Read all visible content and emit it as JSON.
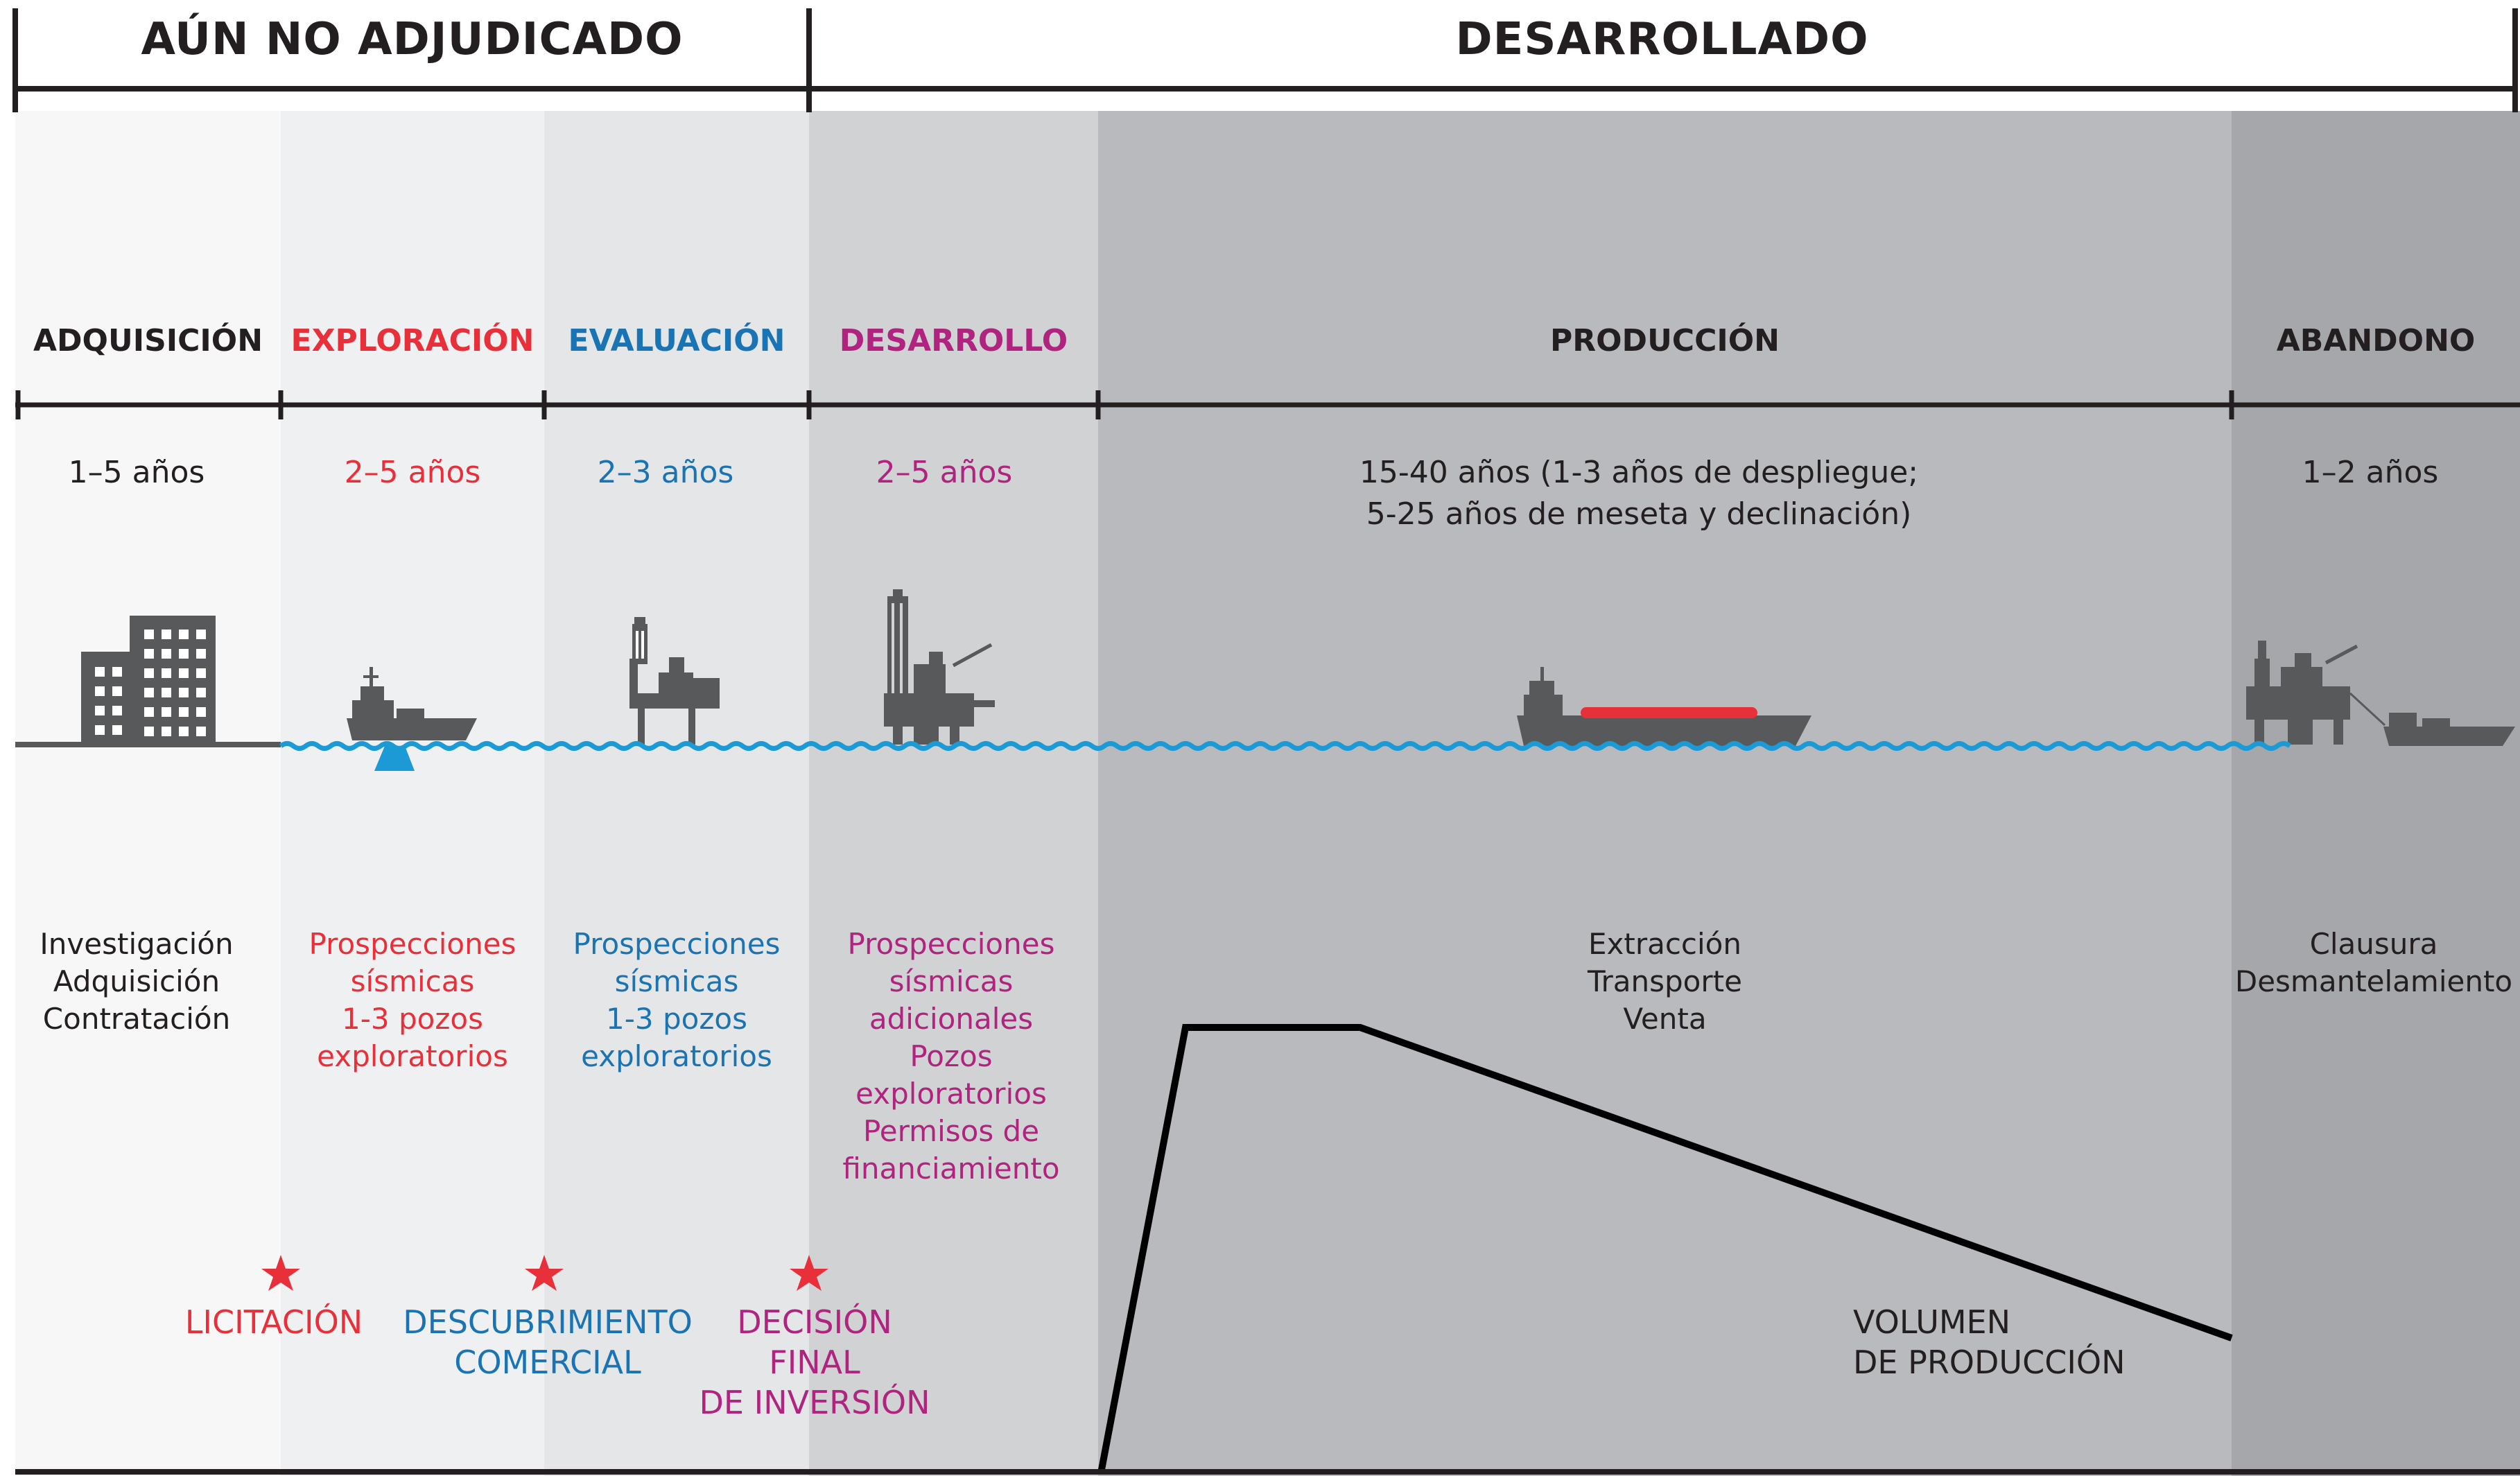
{
  "headers": {
    "left": "AÚN NO ADJUDICADO",
    "right": "DESARROLLADO"
  },
  "colors": {
    "dark": "#231f20",
    "red": "#e8303a",
    "blue": "#1a74b4",
    "magenta": "#b0237f",
    "water": "#1c9ad6",
    "icon": "#58595b",
    "band1": "#f7f7f7",
    "band2": "#eff0f1",
    "band3": "#e5e6e8",
    "band4": "#d0d2d4",
    "band5": "#b9babd",
    "band6": "#a6a7aa"
  },
  "phases": [
    {
      "name": "ADQUISICIÓN",
      "duration": [
        "1–5 años"
      ],
      "activities": [
        "Investigación",
        "Adquisición",
        "Contratación"
      ],
      "color": "#231f20",
      "icon": "office-building-icon"
    },
    {
      "name": "EXPLORACIÓN",
      "duration": [
        "2–5 años"
      ],
      "activities": [
        "Prospecciones",
        "sísmicas",
        "1-3 pozos",
        "exploratorios"
      ],
      "color": "#e8303a",
      "icon": "seismic-survey-ship-icon"
    },
    {
      "name": "EVALUACIÓN",
      "duration": [
        "2–3 años"
      ],
      "activities": [
        "Prospecciones",
        "sísmicas",
        "1-3 pozos",
        "exploratorios"
      ],
      "color": "#1a74b4",
      "icon": "jackup-rig-icon"
    },
    {
      "name": "DESARROLLO",
      "duration": [
        "2–5 años"
      ],
      "activities": [
        "Prospecciones",
        "sísmicas",
        "adicionales",
        "Pozos",
        "exploratorios",
        "Permisos de",
        "financiamiento"
      ],
      "color": "#b0237f",
      "icon": "drilling-platform-icon"
    },
    {
      "name": "PRODUCCIÓN",
      "duration": [
        "15-40 años (1-3 años de despliegue;",
        "5-25 años de meseta y declinación)"
      ],
      "activities": [
        "Extracción",
        "Transporte",
        "Venta"
      ],
      "color": "#231f20",
      "icon": "tanker-ship-icon"
    },
    {
      "name": "ABANDONO",
      "duration": [
        "1–2 años"
      ],
      "activities": [
        "Clausura",
        "Desmantelamiento"
      ],
      "color": "#231f20",
      "icon": "decommissioning-platform-icon"
    }
  ],
  "milestones": [
    {
      "lines": [
        "LICITACIÓN"
      ],
      "color": "#e8303a"
    },
    {
      "lines": [
        "DESCUBRIMIENTO",
        "COMERCIAL"
      ],
      "color": "#1a74b4"
    },
    {
      "lines": [
        "DECISIÓN",
        "FINAL",
        "DE INVERSIÓN"
      ],
      "color": "#b0237f"
    }
  ],
  "production_label": [
    "VOLUMEN",
    "DE PRODUCCIÓN"
  ]
}
